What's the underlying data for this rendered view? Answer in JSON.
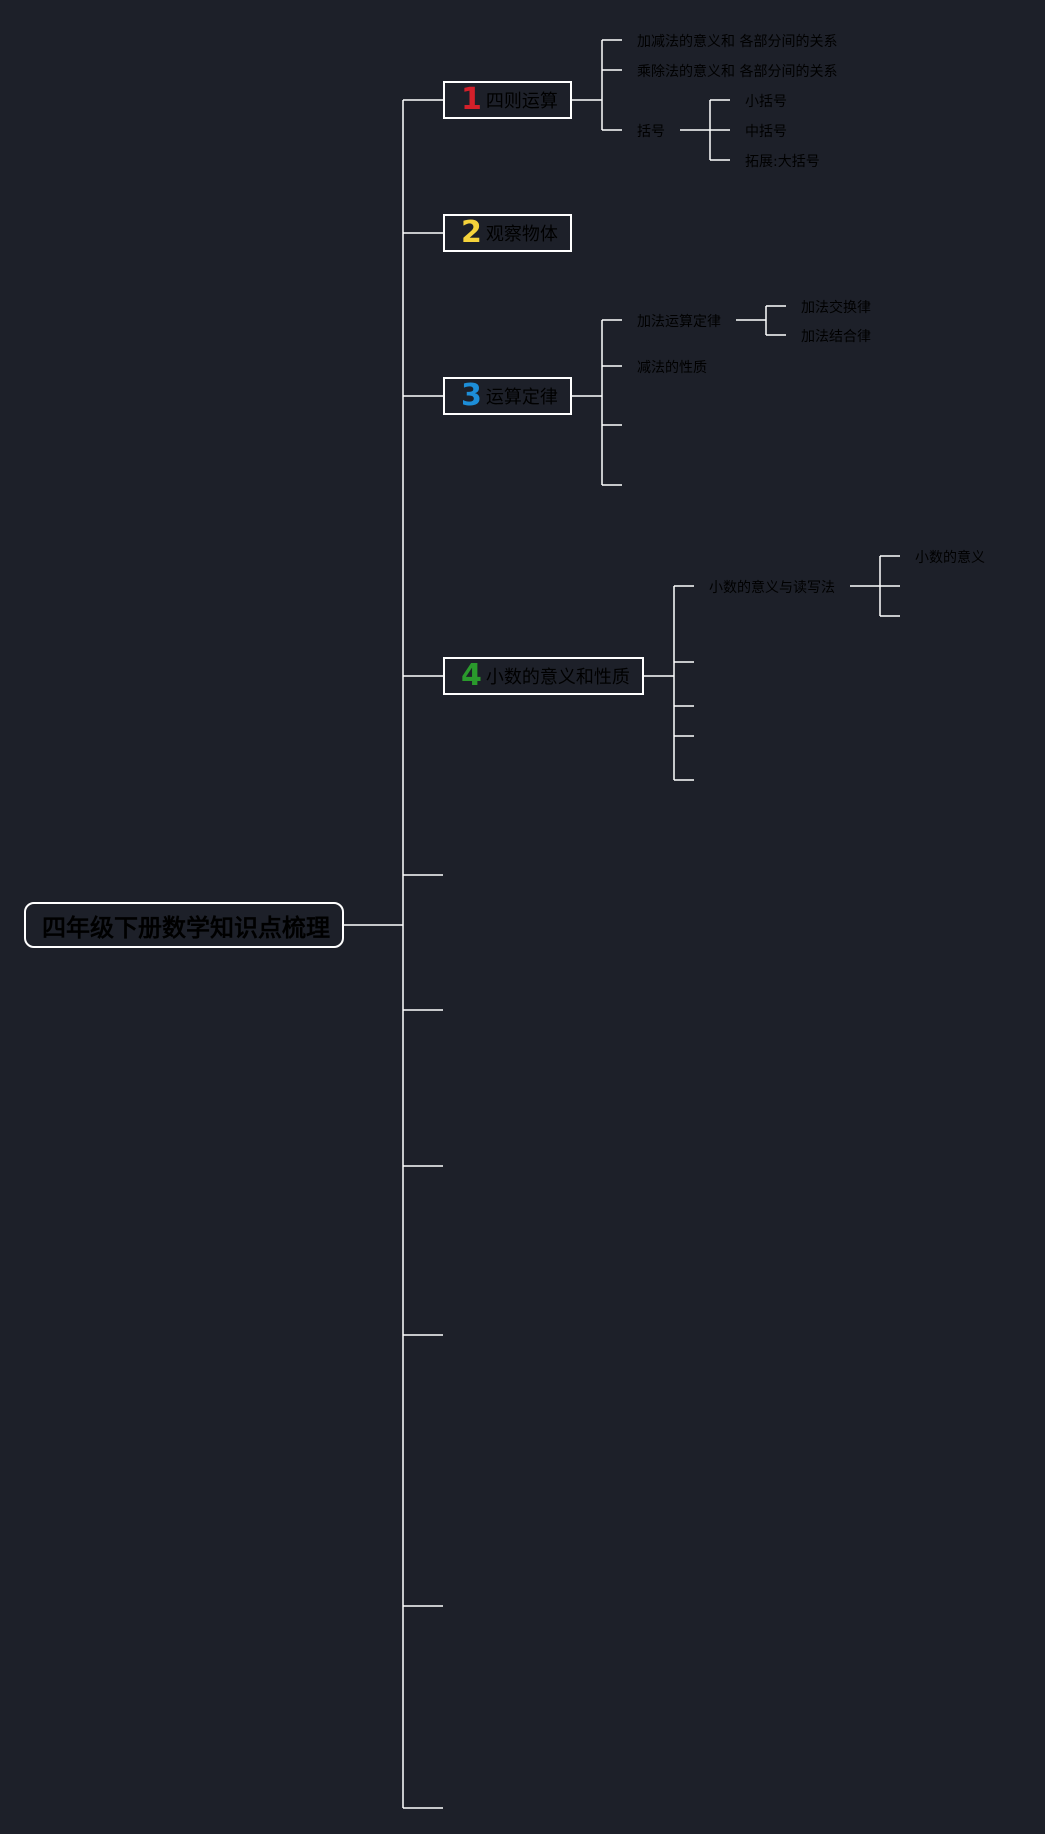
{
  "root": {
    "title": "四年级下册数学知识点梳理"
  },
  "branches": [
    {
      "number": "1",
      "number_color": "#d4202a",
      "label": "四则运算",
      "children": [
        {
          "label": "加减法的意义和 各部分间的关系"
        },
        {
          "label": "乘除法的意义和 各部分间的关系"
        },
        {
          "label": "括号",
          "children": [
            {
              "label": "小括号"
            },
            {
              "label": "中括号"
            },
            {
              "label": "拓展:大括号"
            }
          ]
        }
      ]
    },
    {
      "number": "2",
      "number_color": "#f5d33b",
      "label": "观察物体"
    },
    {
      "number": "3",
      "number_color": "#1d8ed8",
      "label": "运算定律",
      "children": [
        {
          "label": "加法运算定律",
          "children": [
            {
              "label": "加法交换律"
            },
            {
              "label": "加法结合律"
            }
          ]
        },
        {
          "label": "减法的性质"
        }
      ]
    },
    {
      "number": "4",
      "number_color": "#2a9a2c",
      "label": "小数的意义和性质",
      "children": [
        {
          "label": "小数的意义与读写法",
          "children": [
            {
              "label": "小数的意义"
            }
          ]
        }
      ]
    }
  ],
  "colors": {
    "background": "#1d2029",
    "line": "#ffffff",
    "text": "#000000"
  }
}
